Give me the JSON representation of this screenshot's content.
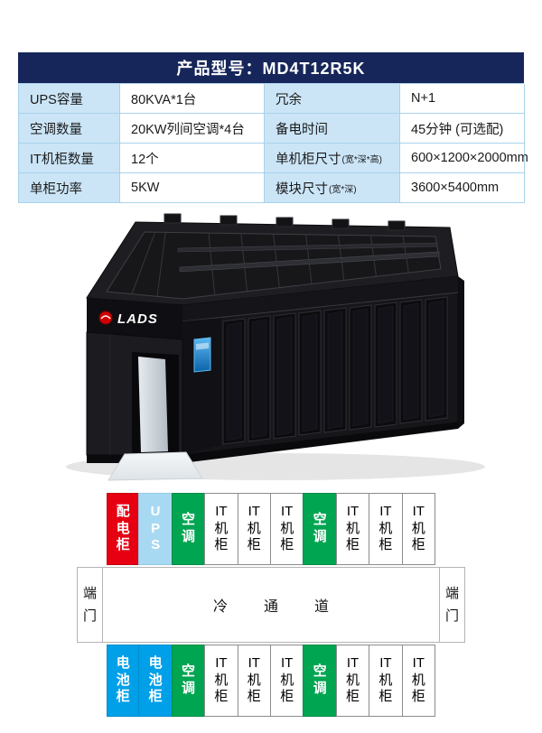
{
  "colors": {
    "header_bg": "#16265A",
    "table_label_bg": "#CBE5F7",
    "table_border": "#A9D2EC",
    "power_red": "#E60012",
    "ups_blue": "#A8D9F2",
    "ac_green": "#00A551",
    "battery_blue": "#00A0E9",
    "it_cell_bg": "#FFFFFF",
    "it_cell_border": "#8C8C8C"
  },
  "header": {
    "title": "产品型号：MD4T12R5K"
  },
  "spec_table": {
    "rows": [
      {
        "c1_label": "UPS容量",
        "c1_value": "80KVA*1台",
        "c2_label": "冗余",
        "c2_sub": "",
        "c2_value": "N+1"
      },
      {
        "c1_label": "空调数量",
        "c1_value": "20KW列间空调*4台",
        "c2_label": "备电时间",
        "c2_sub": "",
        "c2_value": "45分钟 (可选配)"
      },
      {
        "c1_label": "IT机柜数量",
        "c1_value": "12个",
        "c2_label": "单机柜尺寸",
        "c2_sub": "(宽*深*高)",
        "c2_value": "600×1200×2000mm"
      },
      {
        "c1_label": "单柜功率",
        "c1_value": "5KW",
        "c2_label": "模块尺寸",
        "c2_sub": "(宽*深)",
        "c2_value": "3600×5400mm"
      }
    ]
  },
  "product_image": {
    "brand": "LADS"
  },
  "layout_diagram": {
    "front_row": [
      {
        "label": [
          "配",
          "电",
          "柜"
        ],
        "type": "power"
      },
      {
        "label": [
          "U",
          "P",
          "S"
        ],
        "type": "ups"
      },
      {
        "label": [
          "空",
          "调"
        ],
        "type": "ac"
      },
      {
        "label": [
          "IT",
          "机",
          "柜"
        ],
        "type": "it"
      },
      {
        "label": [
          "IT",
          "机",
          "柜"
        ],
        "type": "it"
      },
      {
        "label": [
          "IT",
          "机",
          "柜"
        ],
        "type": "it"
      },
      {
        "label": [
          "空",
          "调"
        ],
        "type": "ac"
      },
      {
        "label": [
          "IT",
          "机",
          "柜"
        ],
        "type": "it"
      },
      {
        "label": [
          "IT",
          "机",
          "柜"
        ],
        "type": "it"
      },
      {
        "label": [
          "IT",
          "机",
          "柜"
        ],
        "type": "it"
      }
    ],
    "aisle": {
      "left_door": [
        "端",
        "门"
      ],
      "label": "冷通道",
      "right_door": [
        "端",
        "门"
      ]
    },
    "back_row": [
      {
        "label": [
          "电",
          "池",
          "柜"
        ],
        "type": "battery"
      },
      {
        "label": [
          "电",
          "池",
          "柜"
        ],
        "type": "battery"
      },
      {
        "label": [
          "空",
          "调"
        ],
        "type": "ac"
      },
      {
        "label": [
          "IT",
          "机",
          "柜"
        ],
        "type": "it"
      },
      {
        "label": [
          "IT",
          "机",
          "柜"
        ],
        "type": "it"
      },
      {
        "label": [
          "IT",
          "机",
          "柜"
        ],
        "type": "it"
      },
      {
        "label": [
          "空",
          "调"
        ],
        "type": "ac"
      },
      {
        "label": [
          "IT",
          "机",
          "柜"
        ],
        "type": "it"
      },
      {
        "label": [
          "IT",
          "机",
          "柜"
        ],
        "type": "it"
      },
      {
        "label": [
          "IT",
          "机",
          "柜"
        ],
        "type": "it"
      }
    ]
  }
}
